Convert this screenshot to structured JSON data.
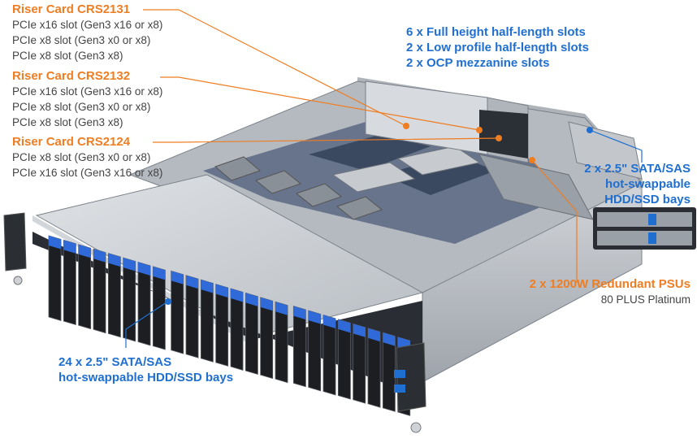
{
  "riser_cards": [
    {
      "title": "Riser Card CRS2131",
      "slots": [
        "PCIe x16 slot (Gen3 x16 or x8)",
        "PCIe x8 slot (Gen3 x0 or x8)",
        "PCIe x8 slot (Gen3 x8)"
      ]
    },
    {
      "title": "Riser Card CRS2132",
      "slots": [
        "PCIe x16 slot (Gen3 x16 or x8)",
        "PCIe x8 slot (Gen3 x0 or x8)",
        "PCIe x8 slot (Gen3 x8)"
      ]
    },
    {
      "title": "Riser Card CRS2124",
      "slots": [
        "PCIe x8 slot (Gen3 x0 or x8)",
        "PCIe x16 slot (Gen3 x16 or x8)"
      ]
    }
  ],
  "expansion": [
    "6 x Full height half-length slots",
    "2 x Low profile half-length slots",
    "2 x OCP mezzanine slots"
  ],
  "rear_bays": [
    "2 x 2.5\" SATA/SAS",
    "hot-swappable",
    "HDD/SSD bays"
  ],
  "psu": {
    "title": "2 x 1200W Redundant PSUs",
    "subtitle": "80 PLUS Platinum"
  },
  "front_bays": [
    "24 x 2.5\" SATA/SAS",
    "hot-swappable HDD/SSD bays"
  ],
  "colors": {
    "orange": "#ef7d22",
    "blue": "#1f6fd1",
    "chassis": "#c9ccd0",
    "bay_accent": "#2f6ad8"
  }
}
